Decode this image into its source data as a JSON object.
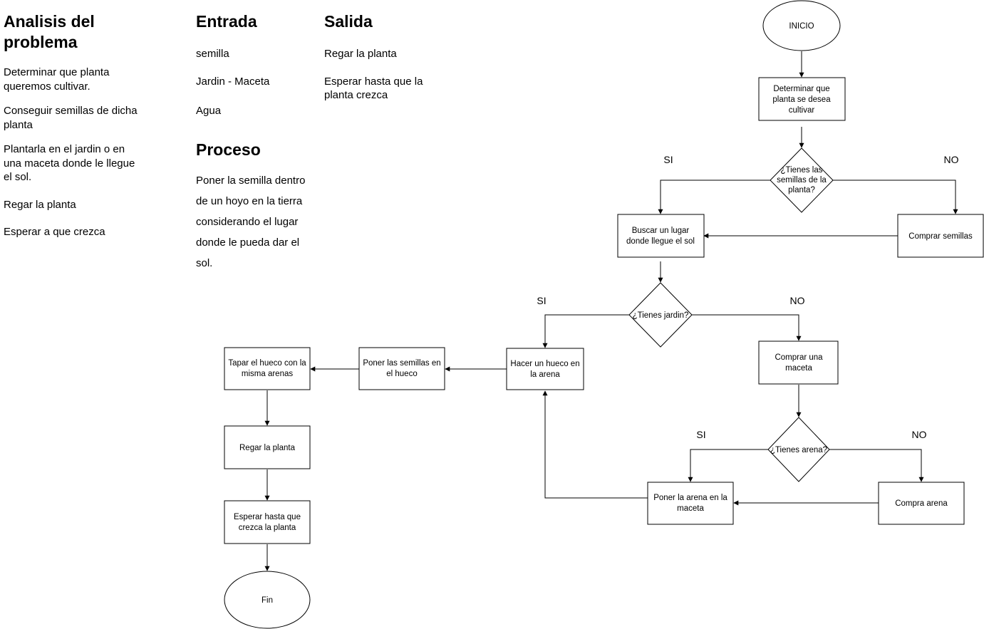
{
  "analysis": {
    "title": "Analisis del problema",
    "steps": [
      "Determinar que planta queremos cultivar.",
      "Conseguir semillas de dicha planta",
      "Plantarla en el jardin o en una maceta donde le llegue el sol.",
      "Regar la planta",
      "Esperar a que crezca"
    ]
  },
  "entrada": {
    "title": "Entrada",
    "items": [
      "semilla",
      "Jardin - Maceta",
      "Agua"
    ]
  },
  "salida": {
    "title": "Salida",
    "items": [
      "Regar la planta",
      "Esperar hasta que la planta crezca"
    ]
  },
  "proceso": {
    "title": "Proceso",
    "text": "Poner la semilla dentro de un hoyo en la tierra considerando el lugar donde le pueda dar el sol."
  },
  "flowchart": {
    "nodes": {
      "inicio": "INICIO",
      "determinar": "Determinar que planta se desea cultivar",
      "tienes_semillas": "¿Tienes las semillas de la planta?",
      "buscar_lugar": "Buscar un lugar donde llegue el sol",
      "comprar_semillas": "Comprar semillas",
      "tienes_jardin": "¿Tienes jardin?",
      "hacer_hueco": "Hacer un hueco en la arena",
      "poner_semillas": "Poner las semillas en el hueco",
      "tapar_hueco": "Tapar el hueco con la misma arenas",
      "regar": "Regar la planta",
      "esperar": "Esperar hasta que crezca la planta",
      "fin": "Fin",
      "comprar_maceta": "Comprar una maceta",
      "tienes_arena": "¿Tienes arena?",
      "poner_arena": "Poner la arena en la maceta",
      "compra_arena": "Compra arena"
    },
    "branch_labels": {
      "semillas_si": "SI",
      "semillas_no": "NO",
      "jardin_si": "SI",
      "jardin_no": "NO",
      "arena_si": "SI",
      "arena_no": "NO"
    }
  }
}
